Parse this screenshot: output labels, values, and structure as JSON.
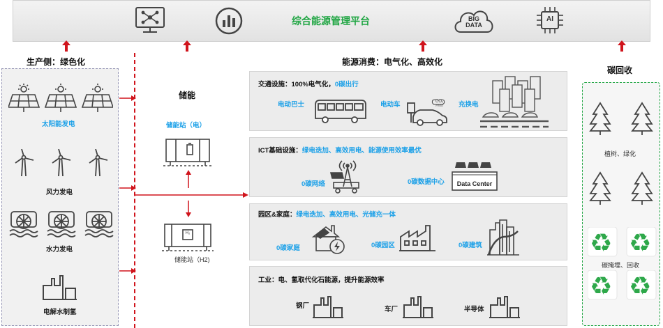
{
  "header": {
    "platform_title": "综合能源管理平台",
    "icons": [
      "monitor-network-icon",
      "bar-chart-icon",
      "big-data-cloud-icon",
      "ai-chip-icon"
    ],
    "big_data_line1": "BIG",
    "big_data_line2": "DATA",
    "ai_label": "AI"
  },
  "production": {
    "title": "生产侧：绿色化",
    "solar": "太阳能发电",
    "wind": "风力发电",
    "hydro": "水力发电",
    "hydrogen": "电解水制氢"
  },
  "storage": {
    "title": "储能",
    "electric": "储能站（电）",
    "h2": "储能站（H2)",
    "h2_badge": "H₂"
  },
  "consumption": {
    "title": "能源消费：电气化、高效化",
    "rows": [
      {
        "title_a": "交通设施：100%电气化，",
        "title_b": "0碳出行",
        "items": [
          "电动巴士",
          "电动车",
          "充换电"
        ],
        "co2_label": "CO₂",
        "co2_sub": "FREE"
      },
      {
        "title_a": "ICT基础设施：",
        "title_b": "绿电迭加、高效用电、能源使用效率最优",
        "items": [
          "0碳网络",
          "0碳数据中心"
        ],
        "dc_label": "Data Center"
      },
      {
        "title_a": "园区&家庭：",
        "title_b": "绿电迭加、高效用电、光储充一体",
        "items": [
          "0碳家庭",
          "0碳园区",
          "0碳建筑"
        ]
      },
      {
        "title_a": "工业：电、氢取代化石能源，提升能源效率",
        "title_b": "",
        "items": [
          "钢厂",
          "车厂",
          "半导体"
        ]
      }
    ]
  },
  "carbon": {
    "title": "碳回收",
    "trees": "植树、绿化",
    "recycle": "碳掩埋、回收"
  },
  "colors": {
    "accent_green": "#21a644",
    "accent_blue": "#1da1e8",
    "arrow_red": "#d0141c"
  }
}
